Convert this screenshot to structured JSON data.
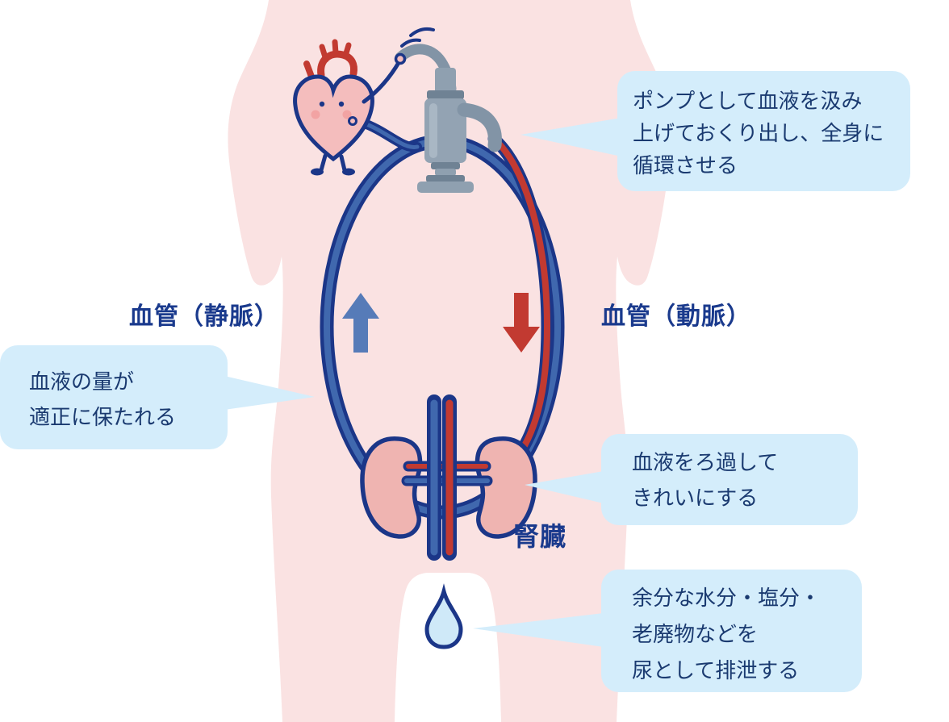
{
  "figure": {
    "type": "anatomy-diagram",
    "topic": "blood-circulation-and-kidney-function",
    "labels": {
      "vein": "血管（静脈）",
      "artery": "血管（動脈）",
      "kidney": "腎臓"
    },
    "callouts": {
      "pump": {
        "lines": [
          "ポンプとして血液を汲み",
          "上げておくり出し、全身に",
          "循環させる"
        ]
      },
      "volume": {
        "lines": [
          "血液の量が",
          "適正に保たれる"
        ]
      },
      "filter": {
        "lines": [
          "血液をろ過して",
          "きれいにする"
        ]
      },
      "urine": {
        "lines": [
          "余分な水分・塩分・",
          "老廃物などを",
          "尿として排泄する"
        ]
      }
    },
    "icons": {
      "heart": "heart-character",
      "pump": "water-pump",
      "kidneys": "kidneys",
      "drop": "urine-drop",
      "up_arrow": "vein-flow-up-arrow",
      "down_arrow": "artery-flow-down-arrow"
    },
    "colors": {
      "body_pink": "#FAE2E2",
      "bubble_blue": "#D4EDFB",
      "outline_navy": "#1B3688",
      "vein_blue": "#4068AE",
      "arrow_blue": "#567BB8",
      "artery_red": "#C23A31",
      "kidney_pink": "#EFB4B1",
      "heart_pink": "#F4BDBD",
      "pump_gray": "#8FA0B0",
      "drop_blue": "#CFE9F8",
      "label_text": "#1A3A8D",
      "callout_text": "#1A3A70"
    }
  }
}
